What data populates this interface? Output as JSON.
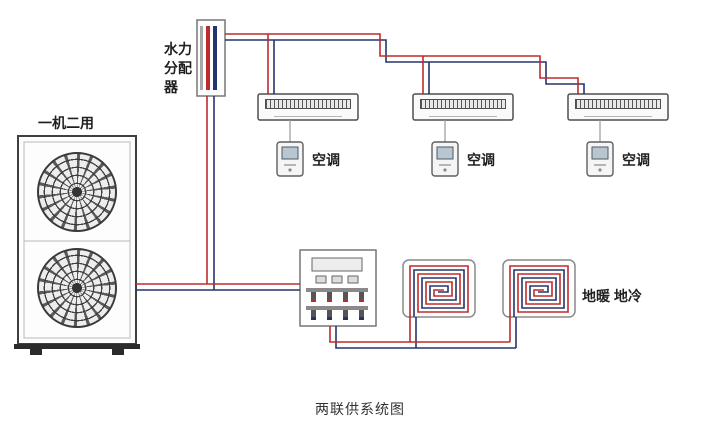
{
  "page": {
    "caption": "两联供系统图"
  },
  "colors": {
    "pipe_red": "#bf2b2b",
    "pipe_blue": "#24356d"
  },
  "heat_pump": {
    "label": "一机二用"
  },
  "distributor": {
    "label": "水力分配器"
  },
  "ac": {
    "labels": [
      "空调",
      "空调",
      "空调"
    ]
  },
  "floor": {
    "label": "地暖 地冷"
  }
}
